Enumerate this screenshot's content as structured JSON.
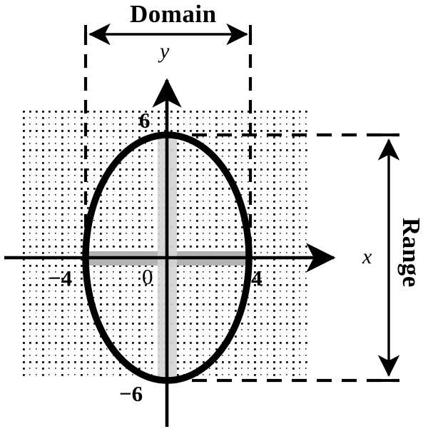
{
  "figure": {
    "kind": "coordinate-plane-ellipse-diagram",
    "description": "Ellipse centered at the origin on a dotted coordinate grid, with Domain and Range spans marked by double-headed arrows and dashed guide lines."
  },
  "annotations": {
    "domain_label": "Domain",
    "range_label": "Range"
  },
  "axes": {
    "x_axis_label": "x",
    "y_axis_label": "y",
    "origin_label": "0"
  },
  "tick_labels": {
    "x_left": "−4",
    "x_right": "4",
    "y_top": "6",
    "y_bottom": "−6"
  },
  "colors": {
    "stroke": "#000000",
    "grid_dot": "#1a1a1a",
    "background": "#ffffff",
    "band_horizontal": "#b3b3b3",
    "band_vertical": "#d4d4d4"
  },
  "chart_data": {
    "type": "scatter",
    "title": "",
    "xlabel": "x",
    "ylabel": "y",
    "shape": "ellipse",
    "center": [
      0,
      0
    ],
    "semi_axis_x": 4,
    "semi_axis_y": 6,
    "equation": "x^2/16 + y^2/36 = 1",
    "domain": [
      -4,
      4
    ],
    "range": [
      -6,
      6
    ],
    "xlim": [
      -7.5,
      7.5
    ],
    "ylim": [
      -8.5,
      8.5
    ],
    "xticks": [
      -4,
      0,
      4
    ],
    "yticks": [
      -6,
      0,
      6
    ],
    "grid": true,
    "grid_style": "dotted",
    "grid_minor_spacing": 0.5,
    "grid_major_spacing": 1,
    "legend": "none",
    "annotations": [
      {
        "label": "Domain",
        "axis": "x",
        "from": -4,
        "to": 4,
        "position": "above-plot"
      },
      {
        "label": "Range",
        "axis": "y",
        "from": -6,
        "to": 6,
        "position": "right-of-plot"
      }
    ]
  }
}
